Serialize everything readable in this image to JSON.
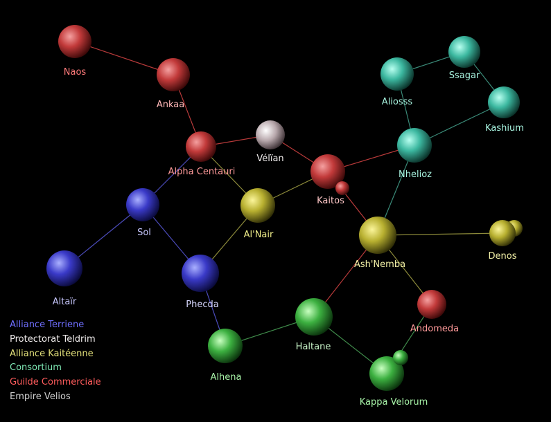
{
  "colors": {
    "terriene": "#6f6fff",
    "teldrim": "#e8e0e0",
    "kaitee": "#e2e07a",
    "consortium": "#7ee8c8",
    "commerciale": "#ff5c5c",
    "velios": "#cfcfcf",
    "link_red": "#b83a3a",
    "link_blue": "#4a4ab8",
    "link_olive": "#8c8a3a",
    "link_green": "#3f8a4a",
    "link_teal": "#3a8a78"
  },
  "planets": [
    {
      "id": "naos",
      "label": "Naos",
      "faction": "commerciale",
      "icon": "red-planet-icon"
    },
    {
      "id": "ankaa",
      "label": "Ankaa",
      "faction": "commerciale",
      "icon": "red-planet-icon"
    },
    {
      "id": "alpha-centauri",
      "label": "Alpha Centauri",
      "faction": "commerciale",
      "icon": "red-planet-icon"
    },
    {
      "id": "velian",
      "label": "Vélïan",
      "faction": "teldrim",
      "icon": "white-planet-icon"
    },
    {
      "id": "kaitos",
      "label": "Kaitos",
      "faction": "commerciale",
      "icon": "red-planet-icon"
    },
    {
      "id": "sol",
      "label": "Sol",
      "faction": "terriene",
      "icon": "blue-planet-icon"
    },
    {
      "id": "alnair",
      "label": "Al'Nair",
      "faction": "kaitee",
      "icon": "yellow-planet-icon"
    },
    {
      "id": "altair",
      "label": "Altaïr",
      "faction": "terriene",
      "icon": "blue-planet-icon"
    },
    {
      "id": "phecda",
      "label": "Phecda",
      "faction": "terriene",
      "icon": "blue-planet-icon"
    },
    {
      "id": "ashnemba",
      "label": "Ash'Nemba",
      "faction": "kaitee",
      "icon": "yellow-planet-icon"
    },
    {
      "id": "denos",
      "label": "Denos",
      "faction": "kaitee",
      "icon": "yellow-planet-icon"
    },
    {
      "id": "aliosss",
      "label": "Aliosss",
      "faction": "consortium",
      "icon": "teal-planet-icon"
    },
    {
      "id": "ssagar",
      "label": "Ssagar",
      "faction": "consortium",
      "icon": "teal-planet-icon"
    },
    {
      "id": "kashium",
      "label": "Kashium",
      "faction": "consortium",
      "icon": "teal-planet-icon"
    },
    {
      "id": "nhelioz",
      "label": "Nhelioz",
      "faction": "consortium",
      "icon": "teal-planet-icon"
    },
    {
      "id": "alhena",
      "label": "Alhena",
      "faction": "consortium_green",
      "icon": "green-planet-icon"
    },
    {
      "id": "haltane",
      "label": "Haltane",
      "faction": "consortium_green",
      "icon": "green-planet-icon"
    },
    {
      "id": "andomeda",
      "label": "Andomeda",
      "faction": "commerciale",
      "icon": "red-planet-icon"
    },
    {
      "id": "kappa-velorum",
      "label": "Kappa Velorum",
      "faction": "consortium_green",
      "icon": "green-planet-icon"
    }
  ],
  "legend": [
    {
      "label": "Alliance Terriene",
      "color": "#6f6fff"
    },
    {
      "label": "Protectorat Teldrim",
      "color": "#f0ecec"
    },
    {
      "label": "Alliance Kaitéenne",
      "color": "#e2e07a"
    },
    {
      "label": "Consortium",
      "color": "#7ee8b4"
    },
    {
      "label": "Guilde Commerciale",
      "color": "#ff5c5c"
    },
    {
      "label": "Empire Velios",
      "color": "#cfcfcf"
    }
  ]
}
